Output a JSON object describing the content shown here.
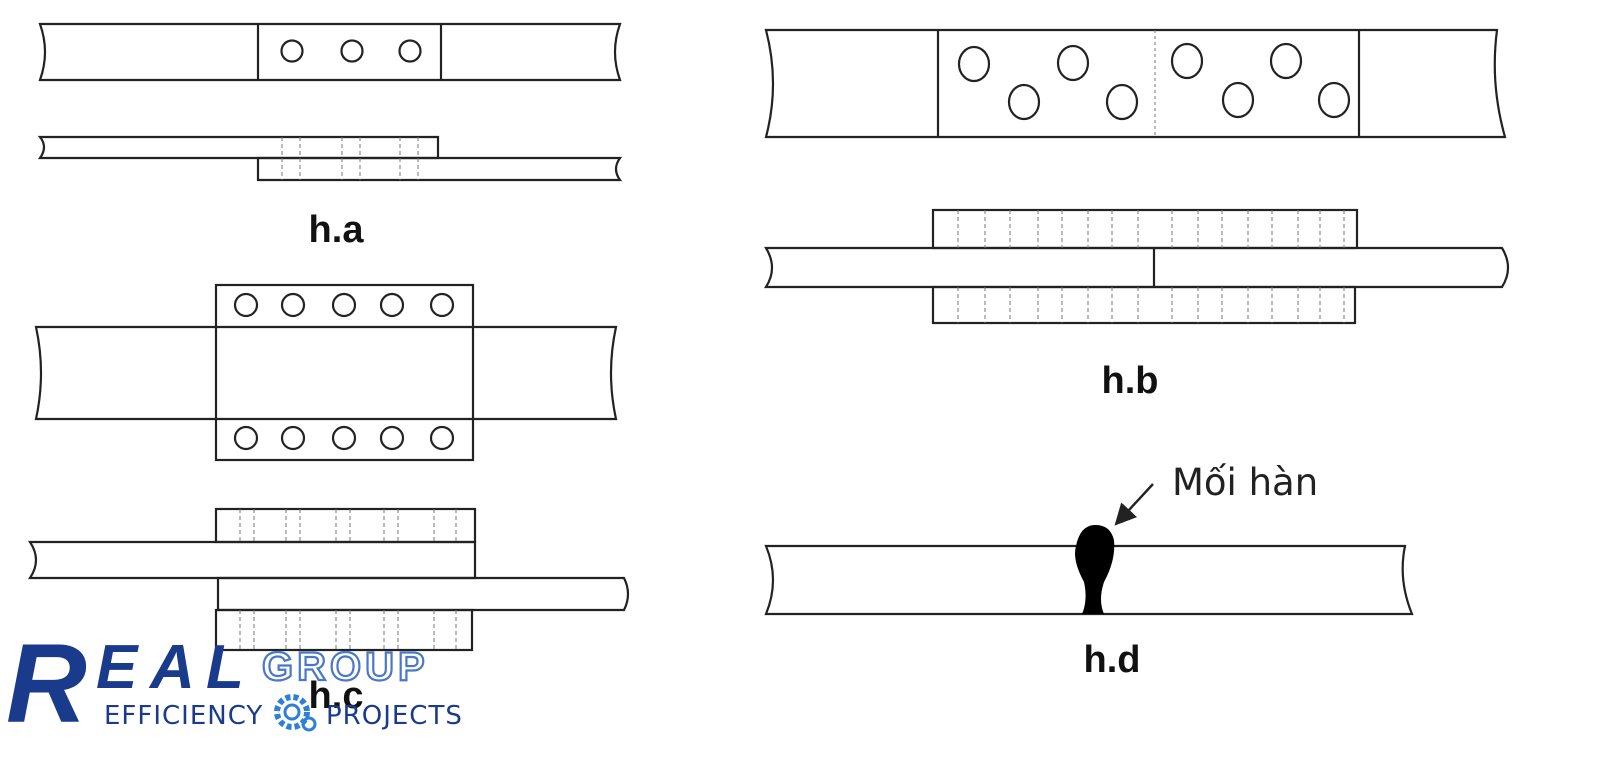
{
  "figures": {
    "a": {
      "label": "h.a"
    },
    "b": {
      "label": "h.b"
    },
    "c": {
      "label": "h.c"
    },
    "d": {
      "label": "h.d",
      "annotation": "Mối hàn"
    }
  },
  "logo": {
    "letters": [
      "R",
      "E",
      "A",
      "L"
    ],
    "group": "GROUP",
    "word_left": "EFFICIENCY",
    "word_right": "PROJECTS",
    "colors": {
      "primary": "#1a3a8c",
      "secondary": "#4a78c8",
      "gear": "#2f7fd6"
    }
  },
  "colors": {
    "line": "#222222",
    "weld": "#000000"
  }
}
